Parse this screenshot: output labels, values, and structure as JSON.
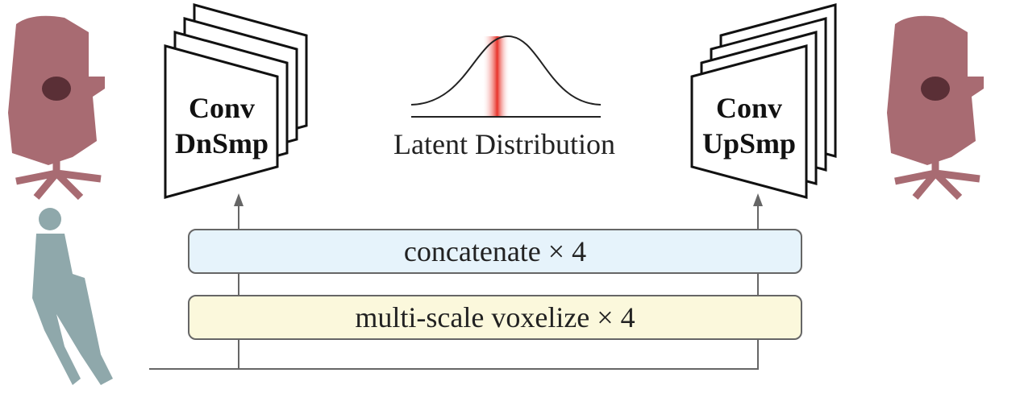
{
  "encoder": {
    "line1": "Conv",
    "line2": "DnSmp"
  },
  "decoder": {
    "line1": "Conv",
    "line2": "UpSmp"
  },
  "latent": {
    "label": "Latent Distribution"
  },
  "concat": {
    "label": "concatenate × 4"
  },
  "voxelize": {
    "label": "multi-scale voxelize × 4"
  },
  "colors": {
    "chair": "#a86b72",
    "human": "#8fa8ab",
    "concat_fill": "#e6f3fb",
    "voxelize_fill": "#fbf8dc",
    "latent_band": "#e8332a"
  }
}
